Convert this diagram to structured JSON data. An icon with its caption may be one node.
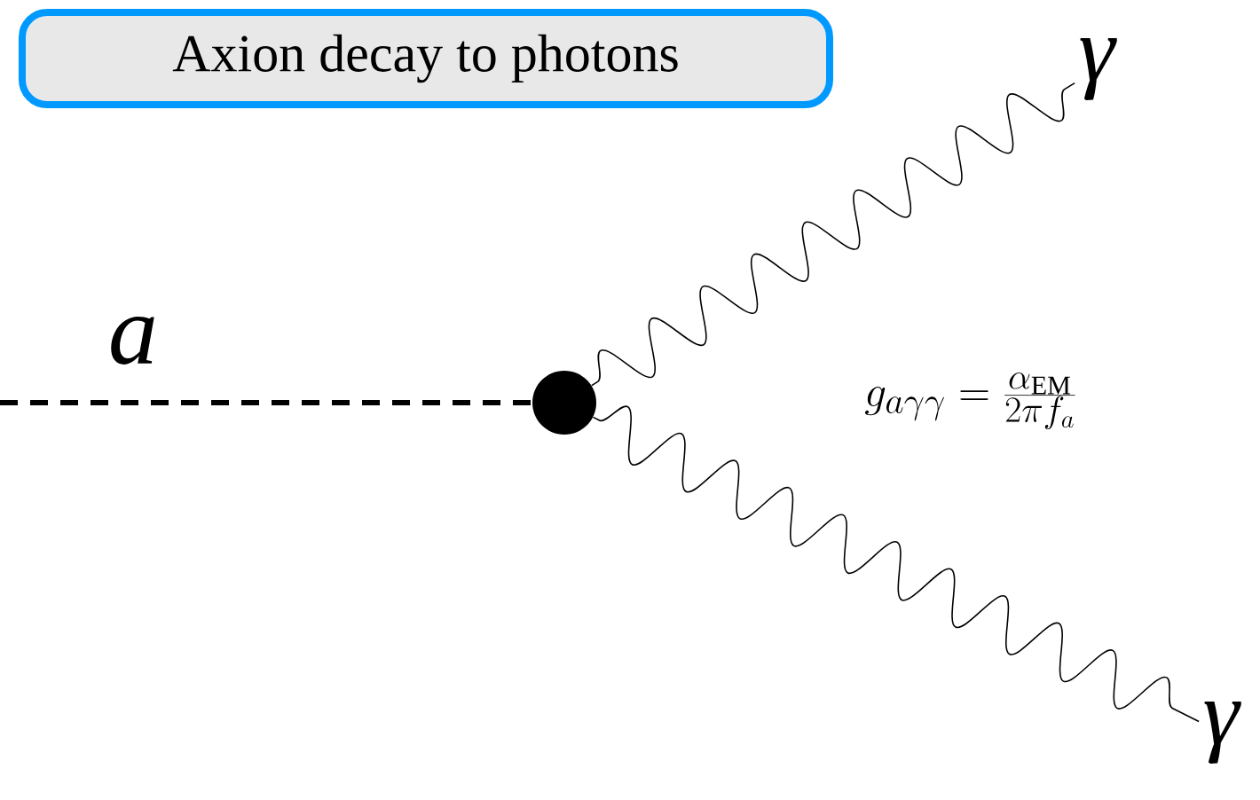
{
  "diagram": {
    "title": "Axion decay to photons",
    "nodes": [
      {
        "text": [],
        "shape": "circle"
      },
      {
        "text": [
          "γ"
        ]
      },
      {
        "text": [
          "γ"
        ]
      }
    ],
    "edges": [
      {
        "from": null,
        "to": 0,
        "arrow": "none",
        "style": "dashed",
        "label": "a"
      },
      {
        "from": 0,
        "to": 1,
        "arrow": "none"
      },
      {
        "from": 0,
        "to": 2,
        "arrow": "none"
      }
    ],
    "labels": [
      "g_{a\\gamma\\gamma} = \\frac{\\alpha_{\\mathrm{EM}}}{2\\pi f_a}"
    ]
  }
}
